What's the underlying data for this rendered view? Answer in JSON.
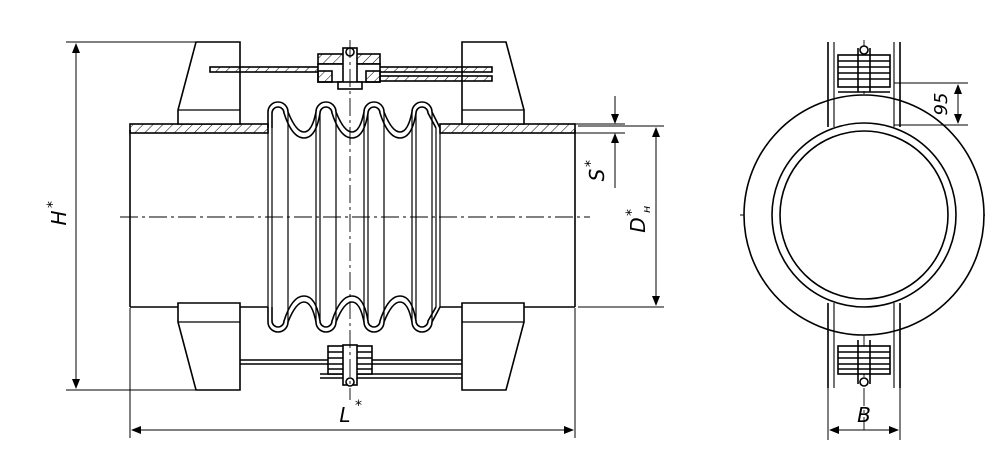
{
  "drawing": {
    "labels": {
      "H": "H",
      "H_sup": "*",
      "L": "L",
      "L_sup": "*",
      "S": "S",
      "S_sup": "*",
      "D": "D",
      "D_sup": "*",
      "D_sub": "н",
      "B": "B",
      "dim95": "95"
    }
  }
}
